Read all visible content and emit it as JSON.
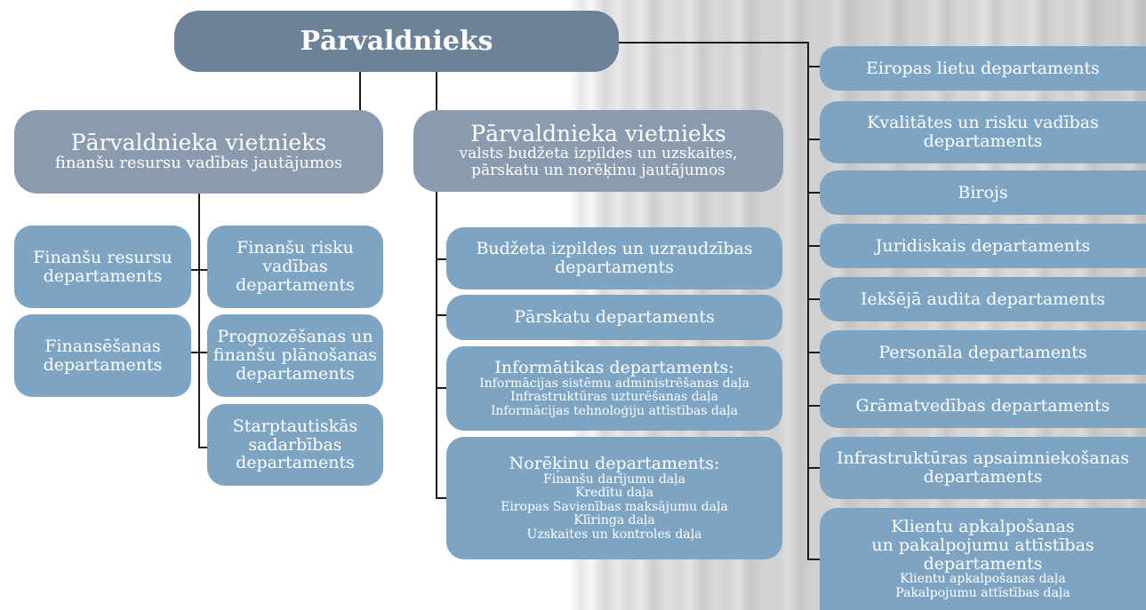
{
  "director": "Pārvaldnieks",
  "deputy_finance": {
    "title": "Pārvaldnieka vietnieks",
    "subtitle": "finanšu resursu vadības jautājumos"
  },
  "deputy_budget": {
    "title": "Pārvaldnieka vietnieks",
    "subtitle_line1": "valsts budžeta izpildes un uzskaites,",
    "subtitle_line2": "pārskatu un norēķinu jautājumos"
  },
  "finance_left": {
    "resursu": [
      "Finanšu resursu",
      "departaments"
    ],
    "finansesanas": [
      "Finansēšanas",
      "departaments"
    ]
  },
  "finance_mid": {
    "risku": [
      "Finanšu risku",
      "vadības",
      "departaments"
    ],
    "prognozesanas": [
      "Prognozēšanas un",
      "finanšu plānošanas",
      "departaments"
    ],
    "starptautiskas": [
      "Starptautiskās",
      "sadarbības",
      "departaments"
    ]
  },
  "budget_depts": {
    "budzeta": [
      "Budžeta izpildes un uzraudzības",
      "departaments"
    ],
    "parskatu": "Pārskatu departaments",
    "informatikas": {
      "title": "Informātikas departaments:",
      "units": [
        "Informācijas sistēmu administrēšanas daļa",
        "Infrastruktūras uzturēšanas daļa",
        "Informācijas tehnoloģiju attīstības daļa"
      ]
    },
    "norekinu": {
      "title": "Norēķinu departaments:",
      "units": [
        "Finanšu darījumu daļa",
        "Kredītu daļa",
        "Eiropas Savienības maksājumu daļa",
        "Klīringa daļa",
        "Uzskaites un kontroles daļa"
      ]
    }
  },
  "right_depts": {
    "eiropas": "Eiropas lietu departaments",
    "kvalitates": [
      "Kvalitātes un risku vadības",
      "departaments"
    ],
    "birojs": "Birojs",
    "juridiskais": "Juridiskais departaments",
    "ieksejais": "Iekšējā audita departaments",
    "personala": "Personāla departaments",
    "gramatvedibas": "Grāmatvedības departaments",
    "infrastrukturas": [
      "Infrastruktūras apsaimniekošanas",
      "departaments"
    ],
    "klientu": {
      "title": [
        "Klientu apkalpošanas",
        "un pakalpojumu attīstības",
        "departaments"
      ],
      "units": [
        "Klientu apkalpošanas daļa",
        "Pakalpojumu attīstības daļa"
      ]
    }
  }
}
